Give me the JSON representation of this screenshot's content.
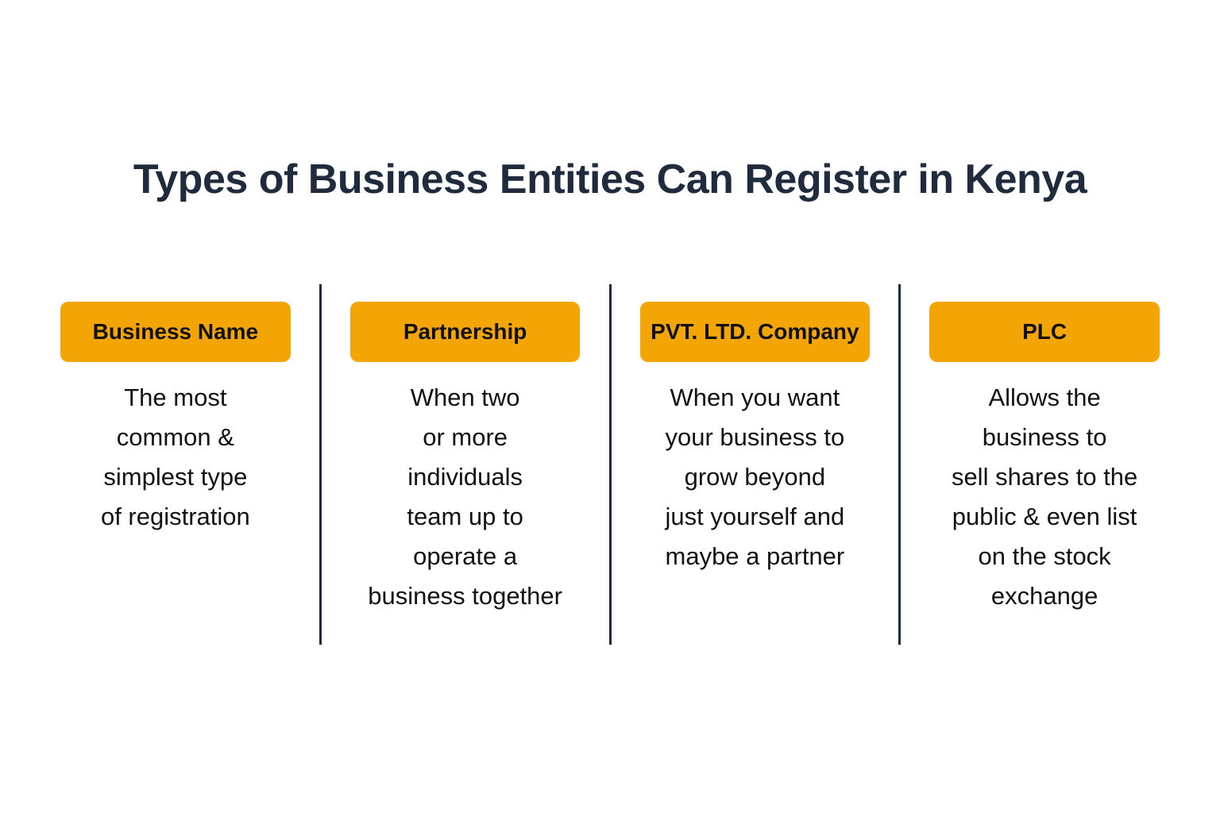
{
  "title": "Types of Business Entities Can Register in Kenya",
  "colors": {
    "accent_orange": "#F4A506",
    "title_navy": "#212B3E",
    "divider_navy": "#1F2A3C",
    "body_text": "#121212",
    "background": "#FFFFFF"
  },
  "columns": [
    {
      "label": "Business Name",
      "description": "The most\ncommon &\nsimplest type\nof registration"
    },
    {
      "label": "Partnership",
      "description": "When two\nor more\nindividuals\nteam up to\noperate a\nbusiness together"
    },
    {
      "label": "PVT. LTD. Company",
      "description": "When you want\nyour business to\ngrow beyond\njust yourself and\nmaybe a partner"
    },
    {
      "label": "PLC",
      "description": "Allows the\nbusiness to\nsell shares to the\npublic & even list\non the stock\nexchange"
    }
  ]
}
